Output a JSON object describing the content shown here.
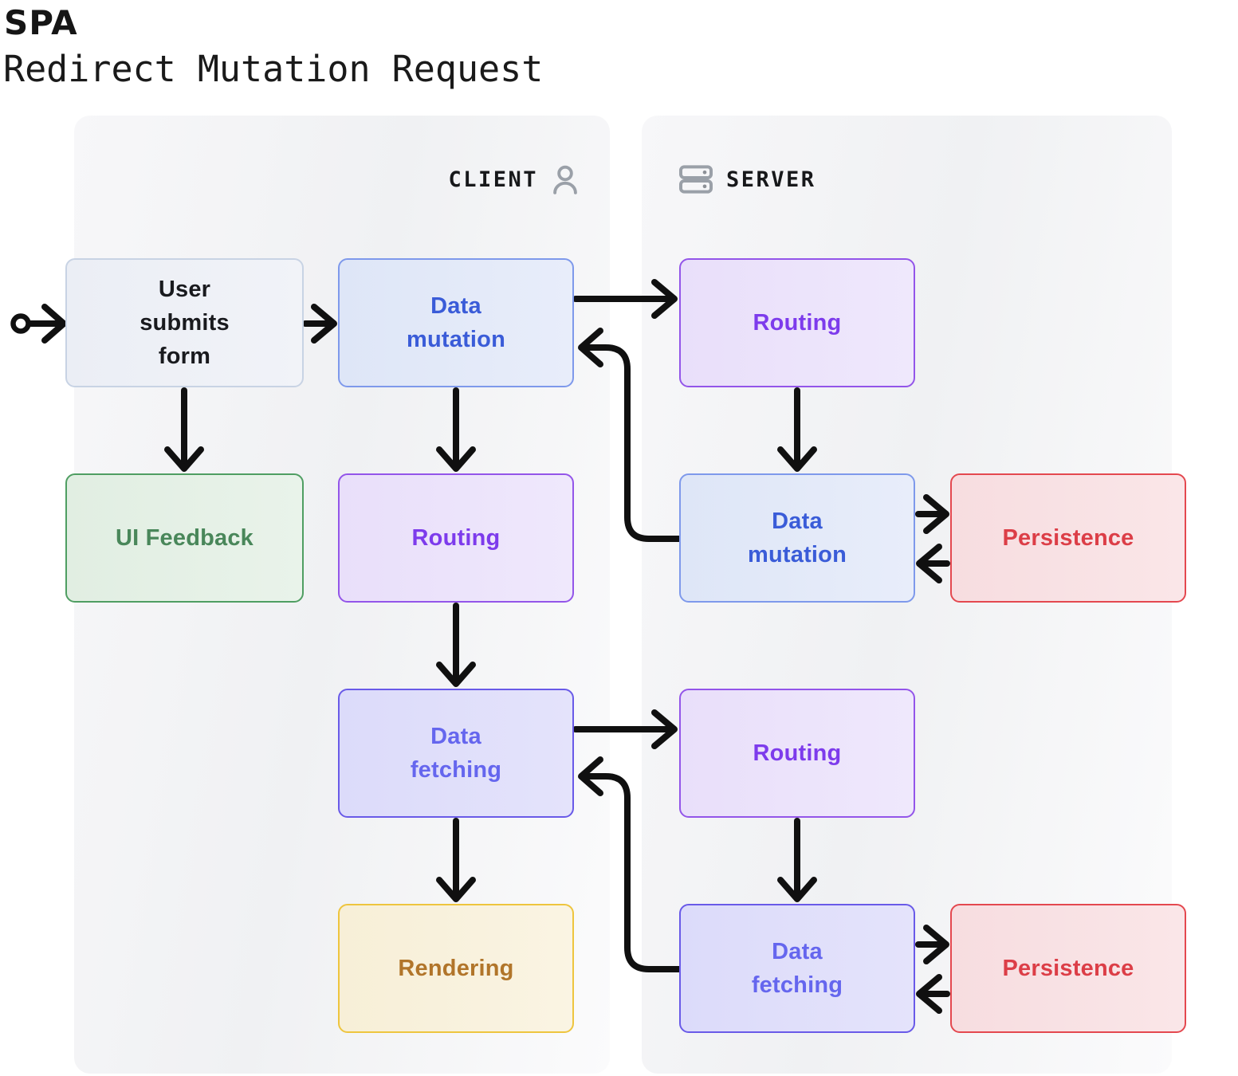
{
  "title": "SPA",
  "subtitle": "Redirect Mutation Request",
  "panels": {
    "client": {
      "label": "CLIENT",
      "icon": "person-icon"
    },
    "server": {
      "label": "SERVER",
      "icon": "server-icon"
    }
  },
  "nodes": {
    "user_submits_form": {
      "label": "User\nsubmits\nform",
      "color": "gray"
    },
    "ui_feedback": {
      "label": "UI Feedback",
      "color": "green"
    },
    "data_mutation_client": {
      "label": "Data\nmutation",
      "color": "blue"
    },
    "routing_client": {
      "label": "Routing",
      "color": "purple"
    },
    "data_fetching_client": {
      "label": "Data\nfetching",
      "color": "indigo"
    },
    "rendering": {
      "label": "Rendering",
      "color": "yellow"
    },
    "routing_server_top": {
      "label": "Routing",
      "color": "purple"
    },
    "data_mutation_server": {
      "label": "Data\nmutation",
      "color": "blue"
    },
    "routing_server_bottom": {
      "label": "Routing",
      "color": "purple"
    },
    "data_fetching_server": {
      "label": "Data\nfetching",
      "color": "indigo"
    },
    "persistence_top": {
      "label": "Persistence",
      "color": "red"
    },
    "persistence_bottom": {
      "label": "Persistence",
      "color": "red"
    }
  },
  "edges": [
    {
      "from": "start",
      "to": "user_submits_form"
    },
    {
      "from": "user_submits_form",
      "to": "data_mutation_client"
    },
    {
      "from": "user_submits_form",
      "to": "ui_feedback"
    },
    {
      "from": "data_mutation_client",
      "to": "routing_server_top"
    },
    {
      "from": "data_mutation_client",
      "to": "routing_client"
    },
    {
      "from": "routing_server_top",
      "to": "data_mutation_server"
    },
    {
      "from": "data_mutation_server",
      "to": "persistence_top"
    },
    {
      "from": "persistence_top",
      "to": "data_mutation_server"
    },
    {
      "from": "data_mutation_server",
      "to": "data_mutation_client"
    },
    {
      "from": "routing_client",
      "to": "data_fetching_client"
    },
    {
      "from": "data_fetching_client",
      "to": "routing_server_bottom"
    },
    {
      "from": "routing_server_bottom",
      "to": "data_fetching_server"
    },
    {
      "from": "data_fetching_server",
      "to": "persistence_bottom"
    },
    {
      "from": "persistence_bottom",
      "to": "data_fetching_server"
    },
    {
      "from": "data_fetching_server",
      "to": "data_fetching_client"
    },
    {
      "from": "data_fetching_client",
      "to": "rendering"
    }
  ],
  "palette": {
    "arrow": "#101010",
    "icon_gray": "#9aa0a8",
    "gray_border": "#c8d3e4",
    "gray_text": "#191a1e",
    "blue_border": "#7e99eb",
    "blue_text": "#3a5cd8",
    "purple_border": "#9355e9",
    "purple_text": "#7d3bec",
    "green_border": "#4f9e62",
    "green_text": "#49875a",
    "indigo_border": "#695ae8",
    "indigo_text": "#6566ee",
    "yellow_border": "#eec53e",
    "yellow_text": "#b1752a",
    "red_border": "#e4484f",
    "red_text": "#dc3e47"
  }
}
